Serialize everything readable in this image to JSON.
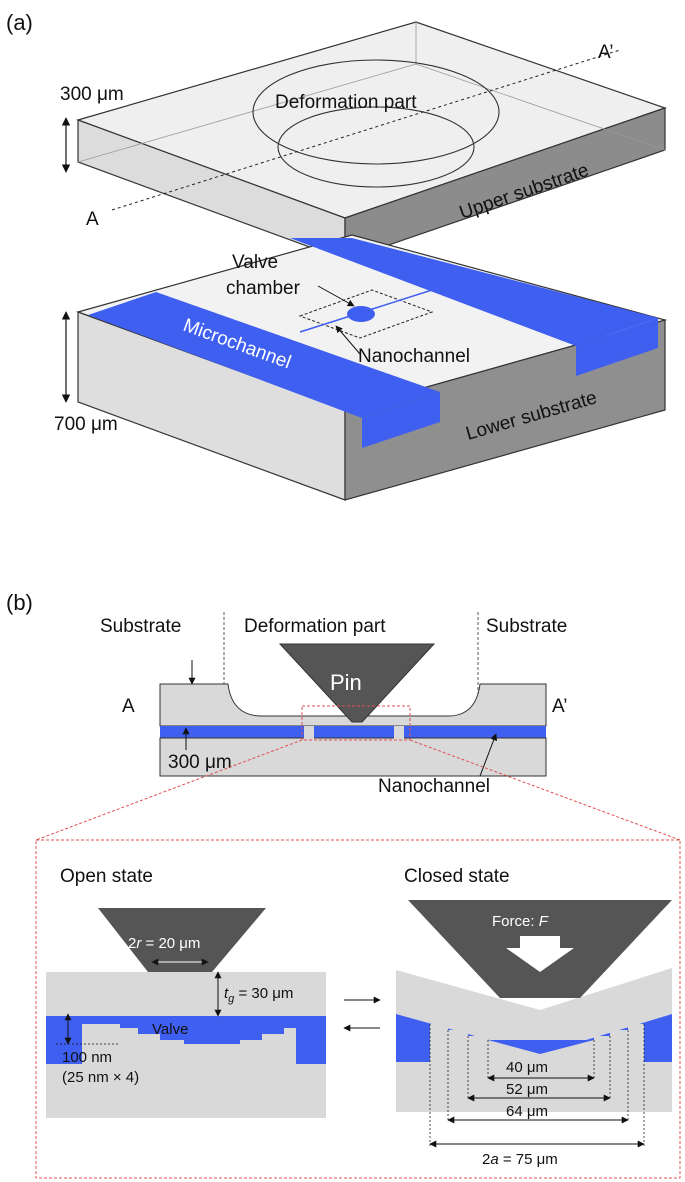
{
  "panel_a": {
    "label": "(a)",
    "dim_upper": "300 μm",
    "point_a": "A",
    "point_a_prime": "A’",
    "deformation_part": "Deformation part",
    "upper_substrate": "Upper substrate",
    "valve_chamber_line1": "Valve",
    "valve_chamber_line2": "chamber",
    "microchannel": "Microchannel",
    "nanochannel": "Nanochannel",
    "lower_substrate": "Lower substrate",
    "dim_lower": "700 μm"
  },
  "panel_b": {
    "label": "(b)",
    "substrate_left": "Substrate",
    "deformation_part": "Deformation part",
    "substrate_right": "Substrate",
    "pin": "Pin",
    "point_a": "A",
    "point_a_prime": "A’",
    "dim_300": "300 μm",
    "nanochannel": "Nanochannel"
  },
  "detail": {
    "open_state": "Open state",
    "closed_state": "Closed state",
    "pin_radius_italic": "r",
    "pin_radius_pre": "2",
    "pin_radius_post": " = 20  μm",
    "gap_symbol": "t",
    "gap_sub": "g",
    "gap_value": " = 30 μm",
    "valve": "Valve",
    "step_depth": "100  nm",
    "step_note": "(25 nm × 4)",
    "force_pre": "Force: ",
    "force_italic": "F",
    "d40": "40 μm",
    "d52": "52 μm",
    "d64": "64 μm",
    "d75_pre": "2",
    "d75_italic": "a",
    "d75_post": " = 75 μm"
  },
  "colors": {
    "blue": "#3f5ff0",
    "dark_pin": "#555555",
    "substrate": "#d9d9d9",
    "upper_top": "#ededed",
    "upper_side": "#8c8c8c",
    "zoom_red": "#e05050"
  }
}
